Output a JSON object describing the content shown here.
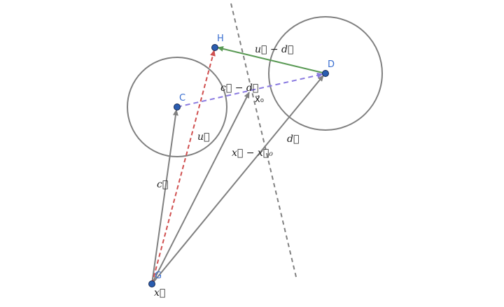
{
  "points": {
    "H": "H",
    "C": "C",
    "D": "D",
    "G": "G"
  },
  "vector_labels": {
    "u_minus_d": "u⃗ − d⃗",
    "c_minus_d": "c⃗ − d⃗",
    "x0": "x⃗₀",
    "u": "u⃗",
    "x_minus_x0": "x⃗ − x⃗₀",
    "d": "d⃗",
    "c": "c⃗",
    "x": "x⃗"
  },
  "colors": {
    "point": "#2a5db0",
    "point_label": "#3a6fd0",
    "gray": "#808080",
    "u_vector": "#d05050",
    "u_minus_d_vector": "#5a9a55",
    "c_minus_d_vector": "#8a7ae0"
  }
}
